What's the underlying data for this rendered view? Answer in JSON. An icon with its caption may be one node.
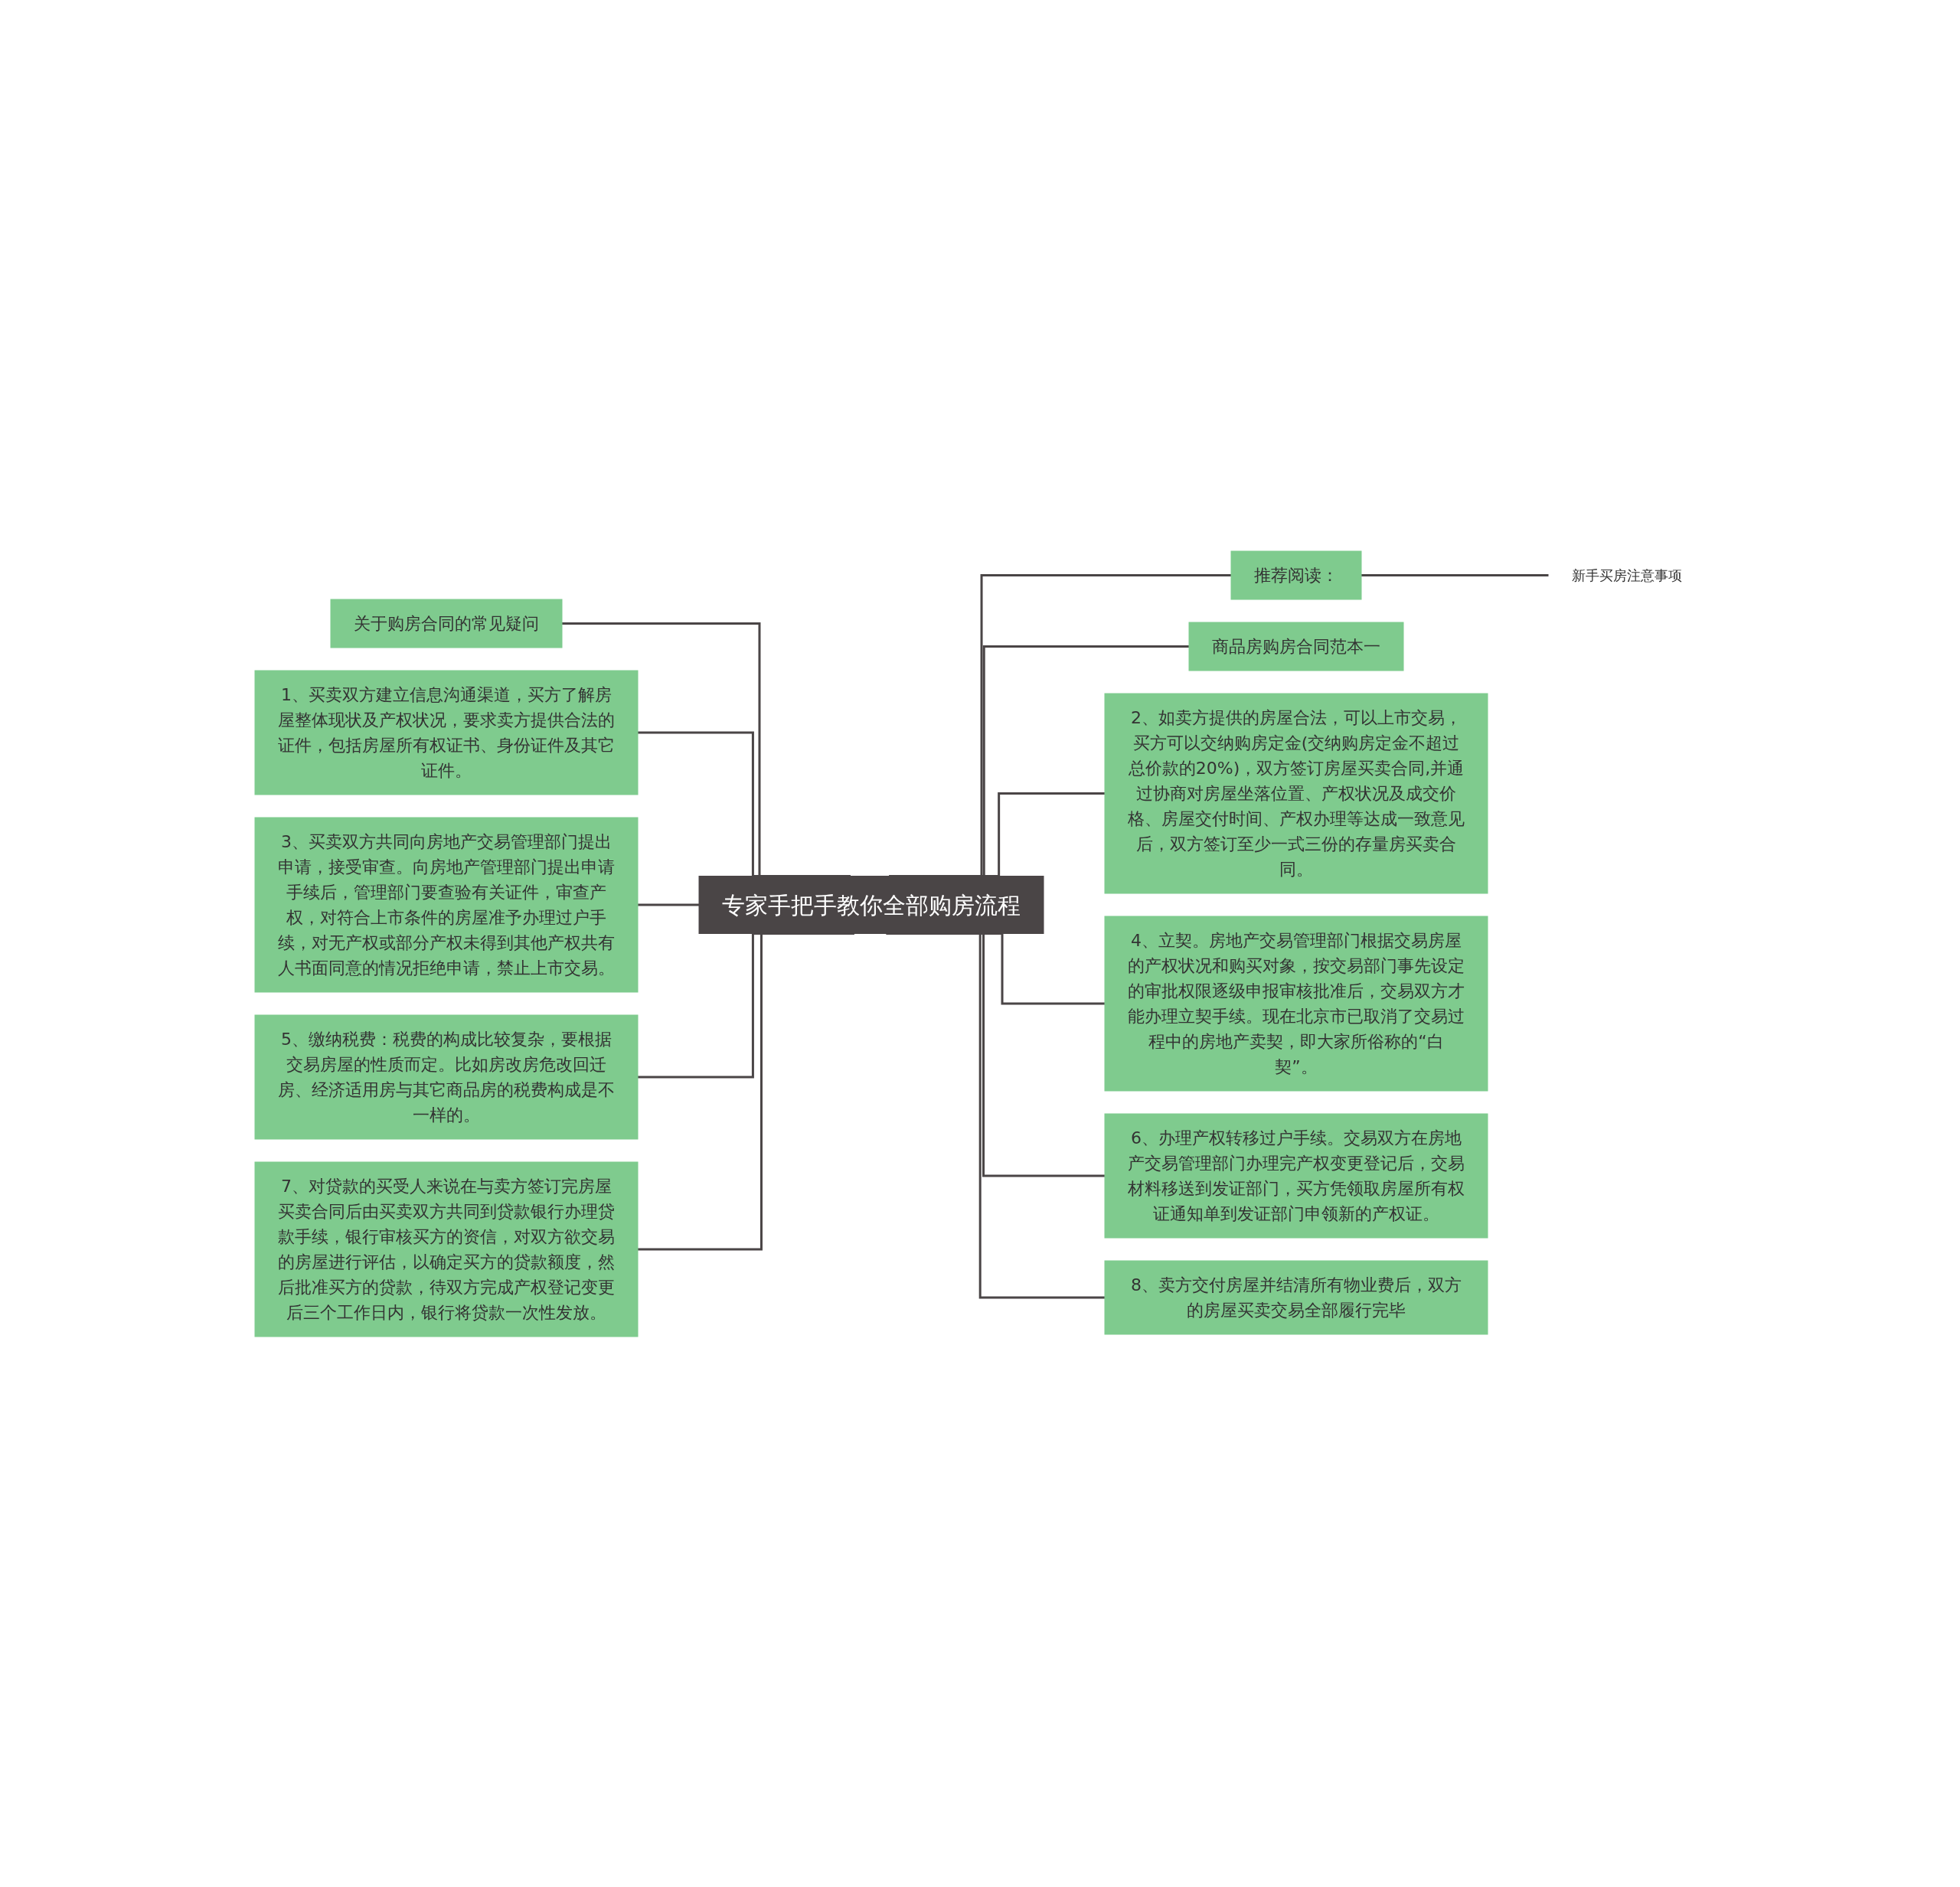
{
  "diagram": {
    "nodes": [
      {
        "text": [
          "专家手把手教你全部购房流程"
        ]
      },
      {
        "text": [
          "关于购房合同的常见疑问"
        ]
      },
      {
        "text": [
          "1、买卖双方建立信息沟通渠道，买方了解房屋整体现状及产权状况，要求卖方提供合法的证件，包括房屋所有权证书、身份证件及其它证件。"
        ]
      },
      {
        "text": [
          "3、买卖双方共同向房地产交易管理部门提出申请，接受审查。向房地产管理部门提出申请手续后，管理部门要查验有关证件，审查产权，对符合上市条件的房屋准予办理过户手续，对无产权或部分产权未得到其他产权共有人书面同意的情况拒绝申请，禁止上市交易。"
        ]
      },
      {
        "text": [
          "5、缴纳税费：税费的构成比较复杂，要根据交易房屋的性质而定。比如房改房危改回迁房、经济适用房与其它商品房的税费构成是不一样的。"
        ]
      },
      {
        "text": [
          "7、对贷款的买受人来说在与卖方签订完房屋买卖合同后由买卖双方共同到贷款银行办理贷款手续，银行审核买方的资信，对双方欲交易的房屋进行评估，以确定买方的贷款额度，然后批准买方的贷款，待双方完成产权登记变更后三个工作日内，银行将贷款一次性发放。"
        ]
      },
      {
        "text": [
          "推荐阅读："
        ]
      },
      {
        "text": [
          "商品房购房合同范本一"
        ]
      },
      {
        "text": [
          "2、如卖方提供的房屋合法，可以上市交易，买方可以交纳购房定金(交纳购房定金不超过总价款的20%)，双方签订房屋买卖合同,并通过协商对房屋坐落位置、产权状况及成交价格、房屋交付时间、产权办理等达成一致意见后，双方签订至少一式三份的存量房买卖合同。"
        ]
      },
      {
        "text": [
          "4、立契。房地产交易管理部门根据交易房屋的产权状况和购买对象，按交易部门事先设定的审批权限逐级申报审核批准后，交易双方才能办理立契手续。现在北京市已取消了交易过程中的房地产卖契，即大家所俗称的“白契”。"
        ]
      },
      {
        "text": [
          "6、办理产权转移过户手续。交易双方在房地产交易管理部门办理完产权变更登记后，交易材料移送到发证部门，买方凭领取房屋所有权证通知单到发证部门申领新的产权证。"
        ]
      },
      {
        "text": [
          "8、卖方交付房屋并结清所有物业费后，双方的房屋买卖交易全部履行完毕"
        ]
      },
      {
        "text": [
          "新手买房注意事项"
        ]
      }
    ],
    "edges": [
      {
        "from": 1,
        "to": 0,
        "arrow": "none"
      },
      {
        "from": 2,
        "to": 0,
        "arrow": "none"
      },
      {
        "from": 3,
        "to": 0,
        "arrow": "none"
      },
      {
        "from": 4,
        "to": 0,
        "arrow": "none"
      },
      {
        "from": 5,
        "to": 0,
        "arrow": "none"
      },
      {
        "from": 0,
        "to": 6,
        "arrow": "none"
      },
      {
        "from": 0,
        "to": 7,
        "arrow": "none"
      },
      {
        "from": 0,
        "to": 8,
        "arrow": "none"
      },
      {
        "from": 0,
        "to": 9,
        "arrow": "none"
      },
      {
        "from": 0,
        "to": 10,
        "arrow": "none"
      },
      {
        "from": 0,
        "to": 11,
        "arrow": "none"
      },
      {
        "from": 6,
        "to": 12,
        "arrow": "none"
      }
    ]
  }
}
